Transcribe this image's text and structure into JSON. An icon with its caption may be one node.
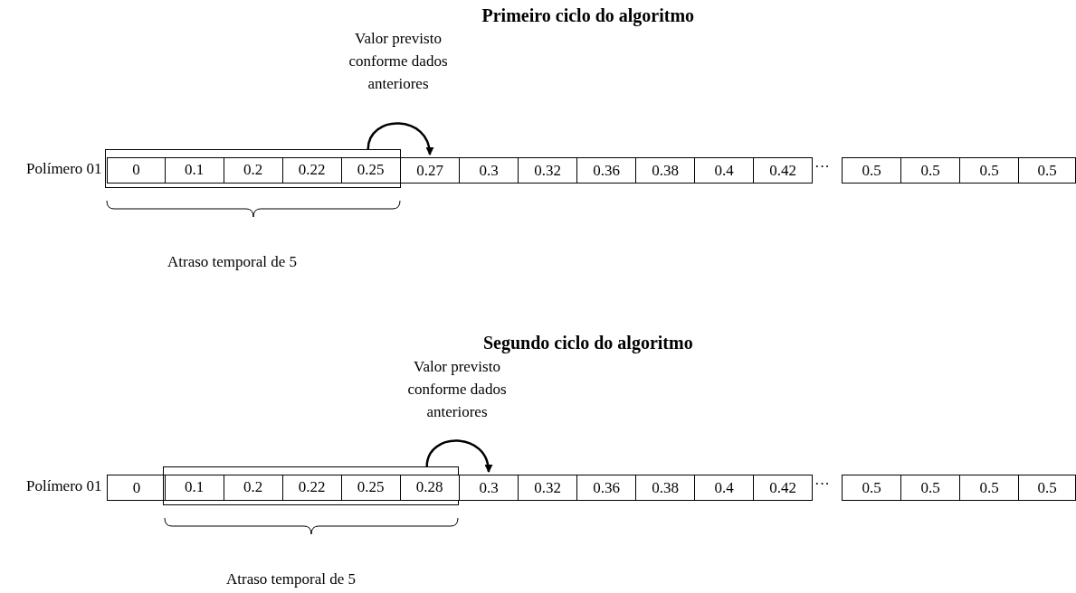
{
  "diagram": {
    "nodes": [
      {
        "text": [],
        "shape": "box"
      },
      {
        "text": [
          "0"
        ],
        "in": 0
      },
      {
        "text": [
          "0.1"
        ],
        "in": 0
      },
      {
        "text": [
          "0.2"
        ],
        "in": 0
      },
      {
        "text": [
          "0.22"
        ],
        "in": 0
      },
      {
        "text": [
          "0.25"
        ],
        "in": 0
      },
      {
        "text": [
          "0.27"
        ]
      },
      {
        "text": [
          "0.3"
        ]
      },
      {
        "text": [
          "0.32"
        ]
      },
      {
        "text": [
          "0.36"
        ]
      },
      {
        "text": [
          "0.38"
        ]
      },
      {
        "text": [
          "0.4"
        ]
      },
      {
        "text": [
          "0.42"
        ]
      },
      {
        "text": [
          "0.5"
        ]
      },
      {
        "text": [
          "0.5"
        ]
      },
      {
        "text": [
          "0.5"
        ]
      },
      {
        "text": [
          "0.5"
        ]
      },
      {
        "text": [
          "0"
        ]
      },
      {
        "text": [],
        "shape": "box"
      },
      {
        "text": [
          "0.1"
        ],
        "in": 18
      },
      {
        "text": [
          "0.2"
        ],
        "in": 18
      },
      {
        "text": [
          "0.22"
        ],
        "in": 18
      },
      {
        "text": [
          "0.25"
        ],
        "in": 18
      },
      {
        "text": [
          "0.28"
        ],
        "in": 18
      },
      {
        "text": [
          "0.3"
        ]
      },
      {
        "text": [
          "0.32"
        ]
      },
      {
        "text": [
          "0.36"
        ]
      },
      {
        "text": [
          "0.38"
        ]
      },
      {
        "text": [
          "0.4"
        ]
      },
      {
        "text": [
          "0.42"
        ]
      },
      {
        "text": [
          "0.5"
        ]
      },
      {
        "text": [
          "0.5"
        ]
      },
      {
        "text": [
          "0.5"
        ]
      },
      {
        "text": [
          "0.5"
        ]
      }
    ],
    "edges": [
      {
        "from": 5,
        "to": 6,
        "arrow": "to",
        "label": "Valor previsto conforme dados anteriores"
      },
      {
        "from": 23,
        "to": 24,
        "arrow": "to",
        "label": "Valor previsto conforme dados anteriores"
      }
    ],
    "labels": [
      "Primeiro ciclo do algoritmo",
      "Polímero 01",
      "···",
      "Atraso temporal de 5",
      "Segundo ciclo do algoritmo",
      "Polímero 01",
      "···",
      "Atraso temporal de 5"
    ]
  }
}
